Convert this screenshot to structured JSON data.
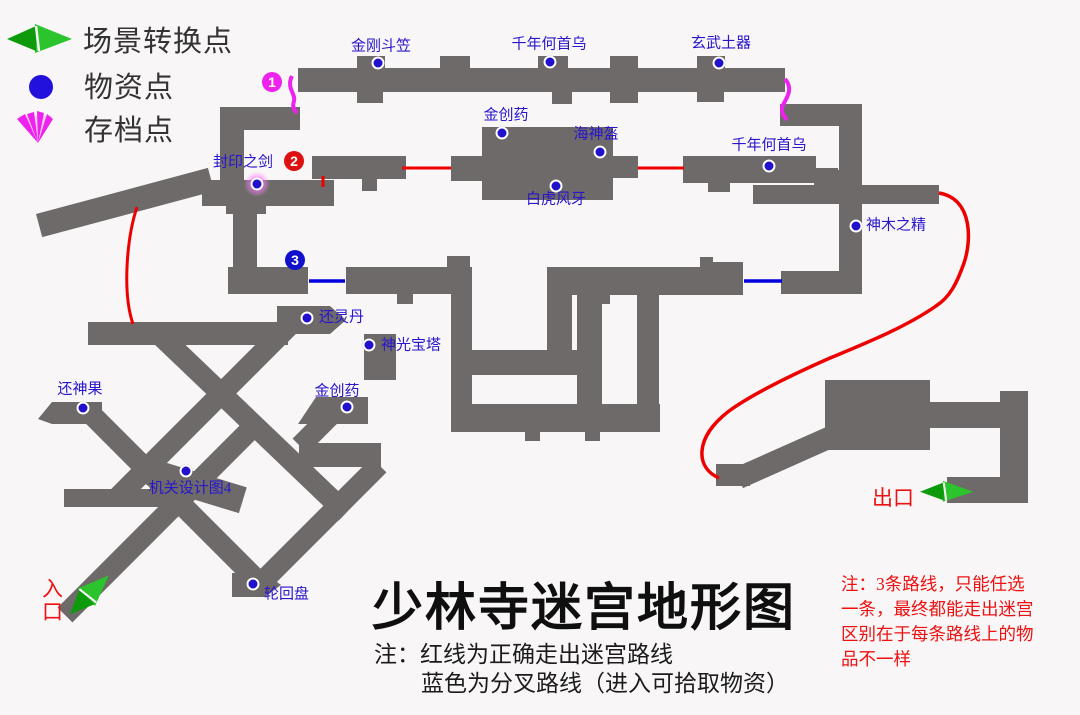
{
  "legend": {
    "items": [
      {
        "icon": "scene-transition-arrow-icon",
        "label": "场景转换点"
      },
      {
        "icon": "supply-point-icon",
        "label": "物资点"
      },
      {
        "icon": "save-point-icon",
        "label": "存档点"
      }
    ]
  },
  "map": {
    "markers": [
      {
        "label": "金刚斗笠"
      },
      {
        "label": "千年何首乌"
      },
      {
        "label": "玄武土器"
      },
      {
        "label": "金创药"
      },
      {
        "label": "海神盔"
      },
      {
        "label": "白虎风牙"
      },
      {
        "label": "千年何首乌"
      },
      {
        "label": "封印之剑"
      },
      {
        "label": "神木之精"
      },
      {
        "label": "还灵丹"
      },
      {
        "label": "神光宝塔"
      },
      {
        "label": "还神果"
      },
      {
        "label": "金创药"
      },
      {
        "label": "机关设计图4"
      },
      {
        "label": "轮回盘"
      }
    ],
    "route_badges": [
      {
        "number": "1",
        "color": "#ee22ee"
      },
      {
        "number": "2",
        "color": "#dd1111"
      },
      {
        "number": "3",
        "color": "#1111cc"
      }
    ],
    "entrance_label": "入口",
    "exit_label": "出口"
  },
  "title": "少林寺迷宫地形图",
  "notes": {
    "line1": "注：红线为正确走出迷宫路线",
    "line2": "蓝色为分叉路线（进入可拾取物资）"
  },
  "side_note": {
    "line1": "注：3条路线，只能任选",
    "line2": "一条，最终都能走出迷宫",
    "line3": "区别在于每条路线上的物",
    "line4": "品不一样"
  },
  "colors": {
    "maze_gray": "#6e6a6a",
    "correct_route_red": "#ee0000",
    "branch_route_blue": "#0000dd",
    "save_magenta": "#ee22ee",
    "supply_blue": "#2211cc",
    "label_blue": "#2815cc",
    "background": "#f8f6f6"
  }
}
